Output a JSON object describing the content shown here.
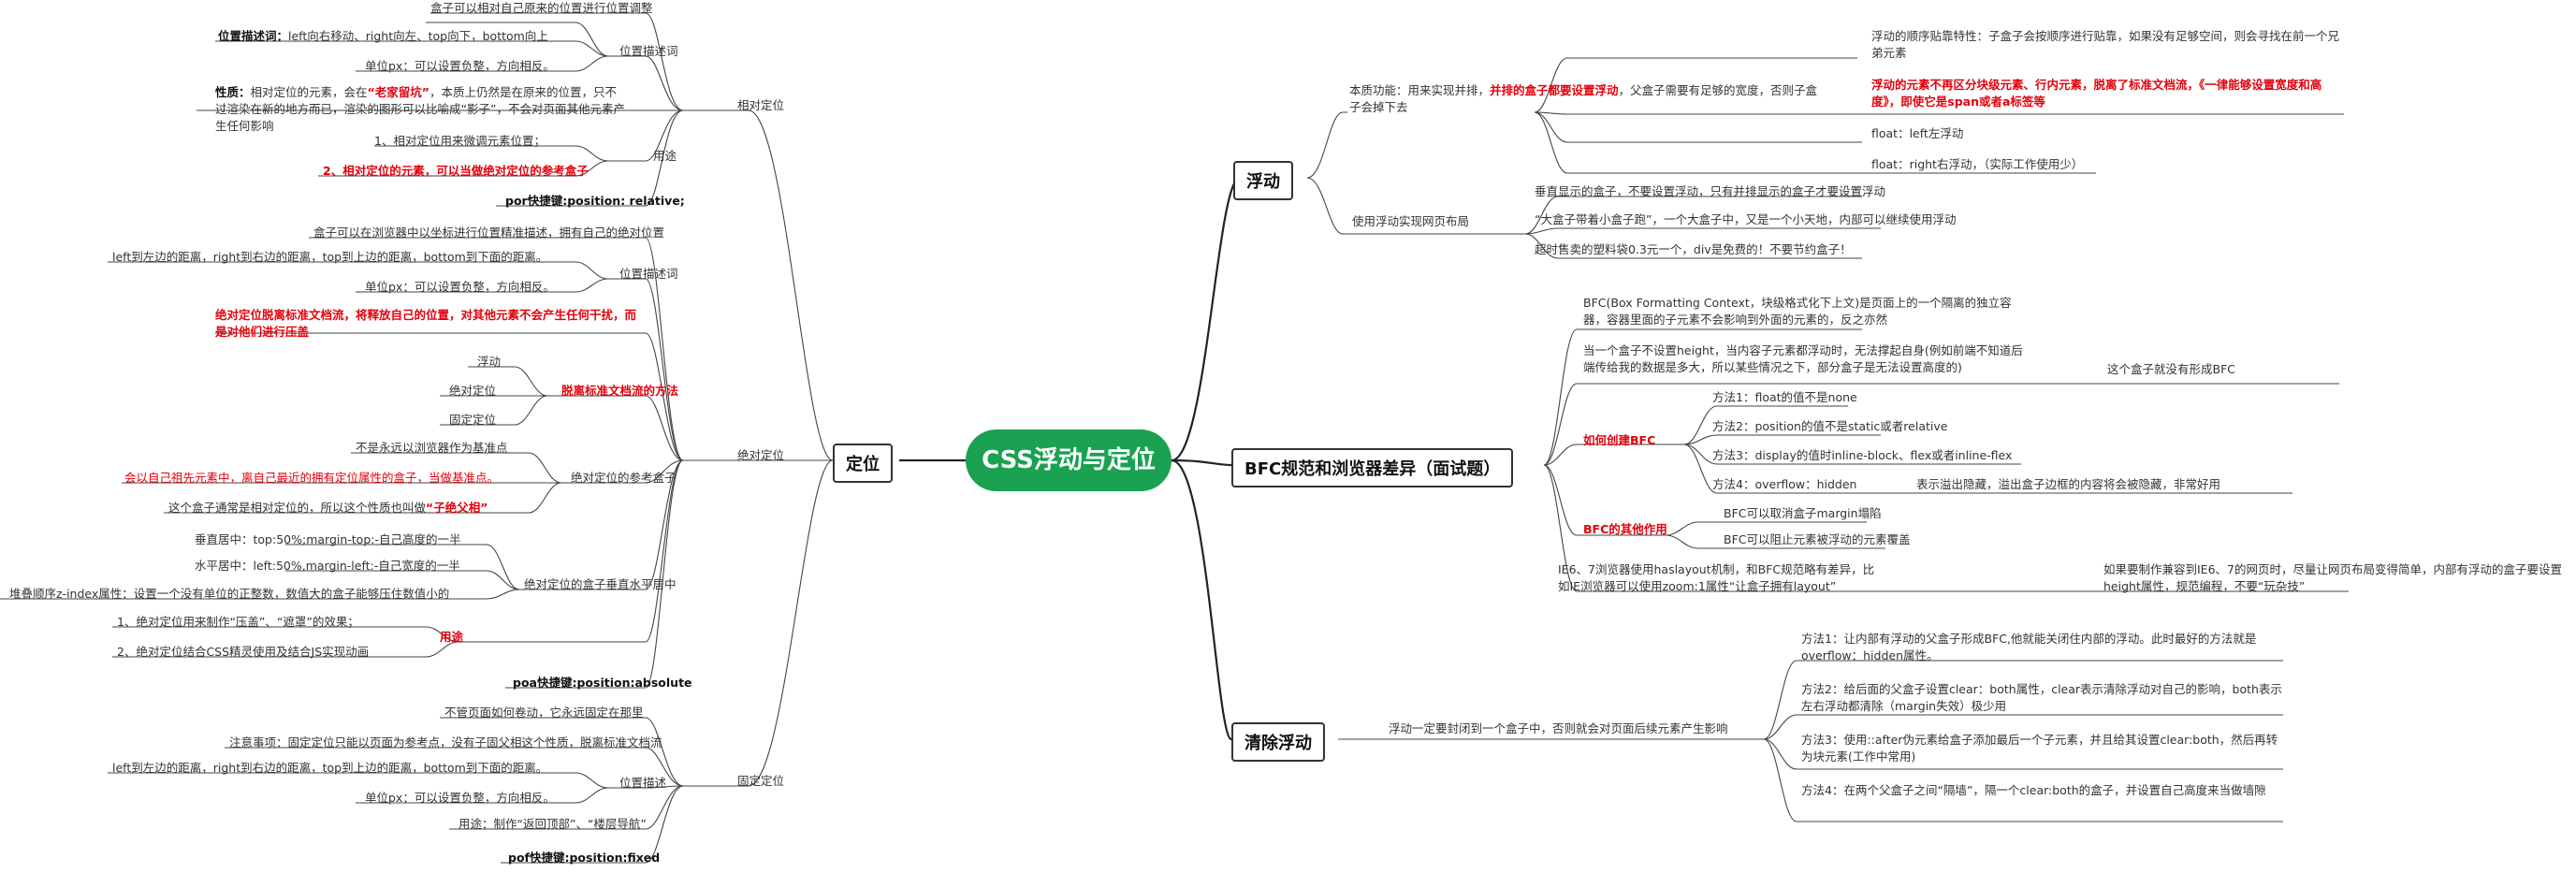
{
  "root": "CSS浮动与定位",
  "left": {
    "title": "定位",
    "relative": {
      "title": "相对定位",
      "desc_group": "位置描述词",
      "desc": [
        "盒子可以相对自己原来的位置进行位置调整",
        "left向右移动、right向左、top向下，bottom向上",
        "单位px：可以设置负整，方向相反。"
      ],
      "desc_label": "位置描述词：",
      "nature_label": "性质：",
      "nature_pre": "相对定位的元素，会在",
      "nature_hl": "“老家留坑”",
      "nature_post": "，本质上仍然是在原来的位置，只不过渲染在新的地方而已，渲染的图形可以比喻成“影子”，不会对页面其他元素产生任何影响",
      "use_group": "用途",
      "uses": [
        "1、相对定位用来微调元素位置；",
        "2、相对定位的元素，可以当做绝对定位的参考盒子"
      ],
      "shortcut": "por快捷键:position: relative;"
    },
    "absolute": {
      "title": "绝对定位",
      "intro": "盒子可以在浏览器中以坐标进行位置精准描述，拥有自己的绝对位置",
      "desc_group": "位置描述词",
      "desc": [
        "left到左边的距离，right到右边的距离，top到上边的距离，bottom到下面的距离。",
        "单位px：可以设置负整，方向相反。"
      ],
      "detach_note": "绝对定位脱离标准文档流，将释放自己的位置，对其他元素不会产生任何干扰，而是对他们进行压盖",
      "detach_group": "脱离标准文档流的方法",
      "detach_items": [
        "浮动",
        "绝对定位",
        "固定定位"
      ],
      "ref_group": "绝对定位的参考盒子",
      "ref_items": [
        "不是永远以浏览器作为基准点",
        "会以自己祖先元素中，离自己最近的拥有定位属性的盒子，当做基准点。",
        "这个盒子通常是相对定位的，所以这个性质也叫做"
      ],
      "ref_hl": "“子绝父相”",
      "center_group": "绝对定位的盒子垂直水平居中",
      "center_items": [
        "垂直居中：top:50%;margin-top:-自己高度的一半",
        "水平居中：left:50%,margin-left:-自己宽度的一半"
      ],
      "zindex": "堆叠顺序z-index属性：设置一个没有单位的正整数，数值大的盒子能够压住数值小的",
      "use_group": "用途",
      "uses": [
        "1、绝对定位用来制作“压盖”、“遮罩”的效果；",
        "2、绝对定位结合CSS精灵使用及结合JS实现动画"
      ],
      "shortcut": "poa快捷键:position:absolute"
    },
    "fixed": {
      "title": "固定定位",
      "items": [
        "不管页面如何卷动，它永远固定在那里",
        "注意事项：固定定位只能以页面为参考点，没有子固父相这个性质，脱离标准文档流"
      ],
      "desc_group": "位置描述",
      "desc": [
        "left到左边的距离，right到右边的距离，top到上边的距离，bottom到下面的距离。",
        "单位px：可以设置负整，方向相反。"
      ],
      "usage": "用途：制作“返回顶部”、“楼层导航”",
      "shortcut": "pof快捷键:position:fixed"
    }
  },
  "right": {
    "float": {
      "title": "浮动",
      "essence_pre": "本质功能：用来实现并排，",
      "essence_hl": "并排的盒子都要设置浮动",
      "essence_post": "，父盒子需要有足够的宽度，否则子盒子会掉下去",
      "items": [
        "浮动的顺序贴靠特性：子盒子会按顺序进行贴靠，如果没有足够空间，则会寻找在前一个兄弟元素",
        "浮动的元素不再区分块级元素、行内元素，脱离了标准文档流，《一律能够设置宽度和高度》，即使它是span或者a标签等",
        "float：left左浮动",
        "float：right右浮动，（实际工作使用少）"
      ],
      "layout_group": "使用浮动实现网页布局",
      "layout_items": [
        "垂直显示的盒子，不要设置浮动，只有并排显示的盒子才要设置浮动",
        "“大盒子带着小盒子跑”，一个大盒子中，又是一个小天地，内部可以继续使用浮动",
        "超时售卖的塑料袋0.3元一个，div是免费的！不要节约盒子！"
      ]
    },
    "bfc": {
      "title": "BFC规范和浏览器差异（面试题）",
      "def": "BFC(Box Formatting Context，块级格式化下上文)是页面上的一个隔离的独立容器，容器里面的子元素不会影响到外面的元素的，反之亦然",
      "no_height": "当一个盒子不设置height，当内容子元素都浮动时，无法撑起自身(例如前端不知道后端传给我的数据是多大，所以某些情况之下，部分盒子是无法设置高度的)",
      "no_bfc": "这个盒子就没有形成BFC",
      "create_group": "如何创建BFC",
      "create_items": [
        "方法1：float的值不是none",
        "方法2：position的值不是static或者relative",
        "方法3：display的值时inline-block、flex或者inline-flex",
        "方法4：overflow：hidden"
      ],
      "overflow_note": "表示溢出隐藏，溢出盒子边框的内容将会被隐藏，非常好用",
      "other_group": "BFC的其他作用",
      "other_items": [
        "BFC可以取消盒子margin塌陷",
        "BFC可以阻止元素被浮动的元素覆盖"
      ],
      "ie": "IE6、7浏览器使用haslayout机制，和BFC规范略有差异，比如IE浏览器可以使用zoom:1属性“让盒子拥有layout”",
      "ie_note": "如果要制作兼容到IE6、7的网页时，尽量让网页布局变得简单，内部有浮动的盒子要设置height属性，规范编程，不要“玩杂技”"
    },
    "clear": {
      "title": "清除浮动",
      "desc": "浮动一定要封闭到一个盒子中，否则就会对页面后续元素产生影响",
      "methods": [
        "方法1：让内部有浮动的父盒子形成BFC,他就能关闭住内部的浮动。此时最好的方法就是overflow：hidden属性。",
        "方法2：给后面的父盒子设置clear：both属性，clear表示清除浮动对自己的影响，both表示左右浮动都清除（margin失效）极少用",
        "方法3：使用::after伪元素给盒子添加最后一个子元素，并且给其设置clear:both，然后再转为块元素(工作中常用)",
        "方法4：在两个父盒子之间“隔墙”，隔一个clear:both的盒子，并设置自己高度来当做墙隙"
      ]
    }
  }
}
